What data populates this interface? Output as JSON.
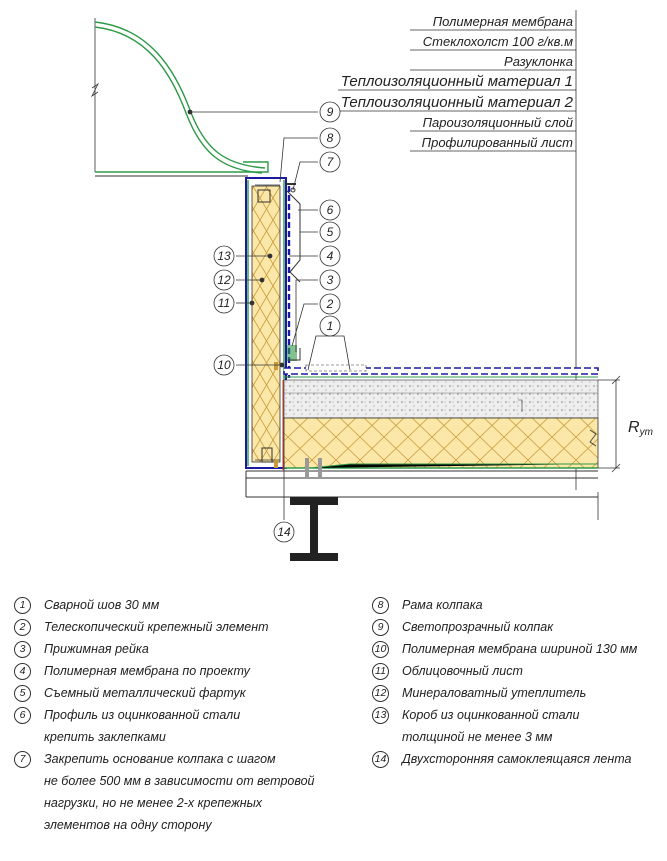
{
  "layers": [
    "Полимерная мембрана",
    "Стеклохолст 100 г/кв.м",
    "Разуклонка",
    "Теплоизоляционный материал 1",
    "Теплоизоляционный материал 2",
    "Пароизоляционный слой",
    "Профилированный лист"
  ],
  "dimension_label": "R",
  "dimension_subscript": "ут",
  "callouts": [
    "9",
    "8",
    "7",
    "6",
    "5",
    "4",
    "3",
    "2",
    "1",
    "13",
    "12",
    "11",
    "10",
    "14"
  ],
  "legend": [
    {
      "num": "1",
      "text": "Сварной шов 30 мм"
    },
    {
      "num": "2",
      "text": "Телескопический крепежный элемент"
    },
    {
      "num": "3",
      "text": "Прижимная рейка"
    },
    {
      "num": "4",
      "text": "Полимерная мембрана по проекту"
    },
    {
      "num": "5",
      "text": "Съемный металлический фартук"
    },
    {
      "num": "6",
      "text": "Профиль из оцинкованной стали\nкрепить заклепками"
    },
    {
      "num": "7",
      "text": "Закрепить основание колпака с шагом\nне более 500 мм в зависимости от ветровой\nнагрузки, но не менее 2-х крепежных\nэлементов на одну сторону"
    },
    {
      "num": "8",
      "text": "Рама колпака"
    },
    {
      "num": "9",
      "text": "Светопрозрачный колпак"
    },
    {
      "num": "10",
      "text": "Полимерная мембрана шириной 130 мм"
    },
    {
      "num": "11",
      "text": "Облицовочный лист"
    },
    {
      "num": "12",
      "text": "Минераловатный утеплитель"
    },
    {
      "num": "13",
      "text": "Короб из оцинкованной стали\nтолщиной не менее 3 мм"
    },
    {
      "num": "14",
      "text": "Двухсторонняя самоклеящаяся лента"
    }
  ]
}
